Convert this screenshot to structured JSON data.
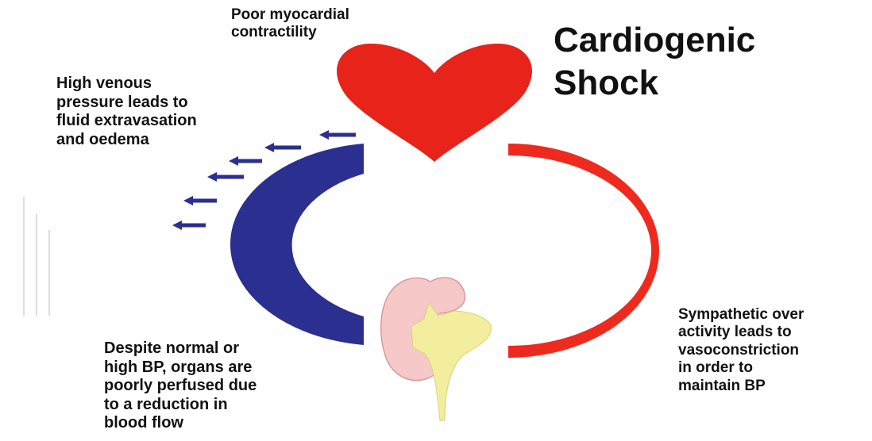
{
  "title": "Cardiogenic\nShock",
  "labels": {
    "top": "Poor myocardial\ncontractility",
    "left": "High venous\npressure leads to\nfluid extravasation\nand oedema",
    "bottom_left": "Despite normal or\nhigh BP, organs are\npoorly perfused due\nto a reduction in\nblood flow",
    "bottom_right": "Sympathetic over\nactivity leads to\nvasoconstriction\nin order to\nmaintain BP"
  },
  "colors": {
    "heart": "#e8231a",
    "arterial": "#ee2a1f",
    "venous": "#2b2f8f",
    "kidney": "#f6c8c8",
    "kidney_outline": "#d79a9a",
    "ureter": "#f3ee9e"
  },
  "icons": [
    "heart-icon",
    "kidney-icon",
    "venous-arrow-icon"
  ]
}
